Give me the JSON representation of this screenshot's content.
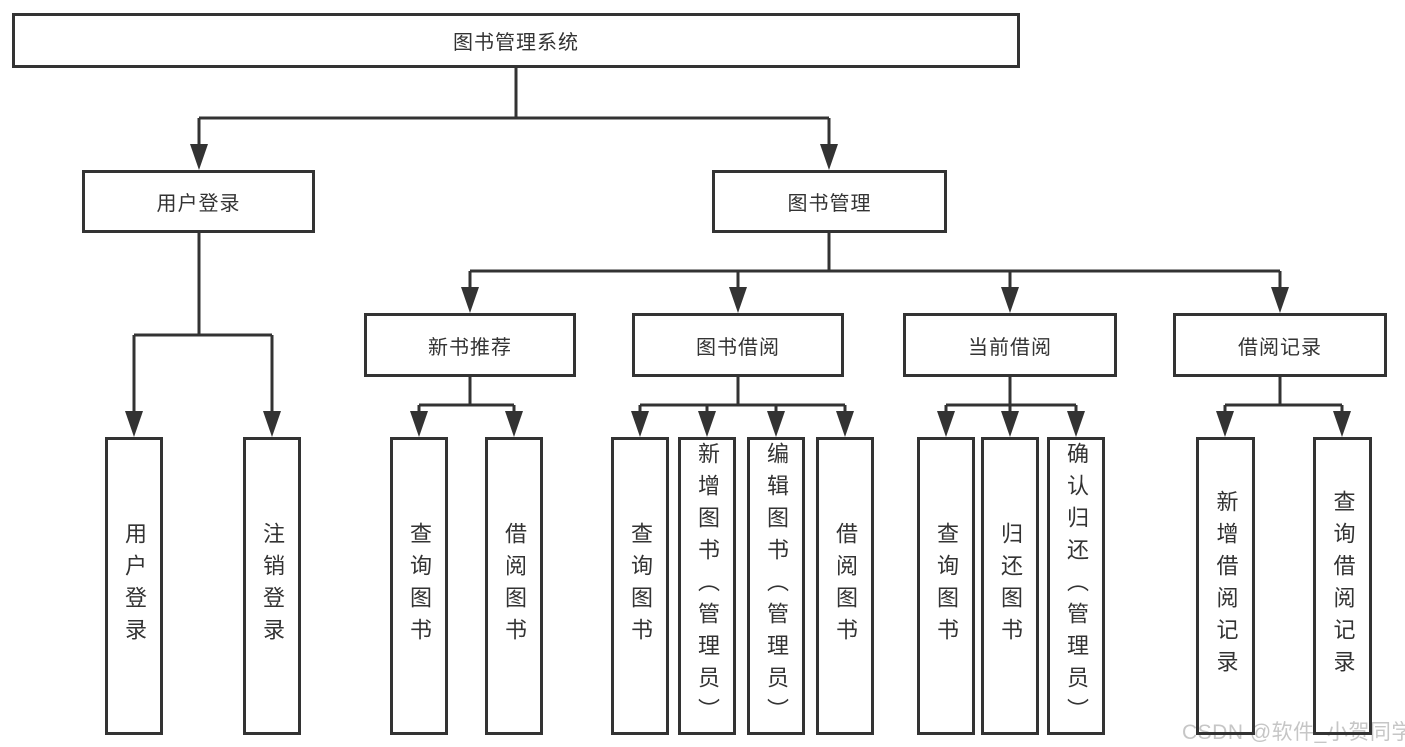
{
  "diagram": {
    "type": "hierarchy-tree",
    "tree": {
      "label": "图书管理系统",
      "children": [
        {
          "label": "用户登录",
          "children": [
            {
              "label": "用户登录"
            },
            {
              "label": "注销登录"
            }
          ]
        },
        {
          "label": "图书管理",
          "children": [
            {
              "label": "新书推荐",
              "children": [
                {
                  "label": "查询图书"
                },
                {
                  "label": "借阅图书"
                }
              ]
            },
            {
              "label": "图书借阅",
              "children": [
                {
                  "label": "查询图书"
                },
                {
                  "label": "新增图书（管理员）"
                },
                {
                  "label": "编辑图书（管理员）"
                },
                {
                  "label": "借阅图书"
                }
              ]
            },
            {
              "label": "当前借阅",
              "children": [
                {
                  "label": "查询图书"
                },
                {
                  "label": "归还图书"
                },
                {
                  "label": "确认归还（管理员）"
                }
              ]
            },
            {
              "label": "借阅记录",
              "children": [
                {
                  "label": "新增借阅记录"
                },
                {
                  "label": "查询借阅记录"
                }
              ]
            }
          ]
        }
      ]
    },
    "watermark": "CSDN @软件_小贺同学",
    "colors": {
      "line": "#333333",
      "box_border": "#333333",
      "text": "#333333",
      "background": "#ffffff",
      "watermark_text": "#c6c6c6"
    }
  }
}
